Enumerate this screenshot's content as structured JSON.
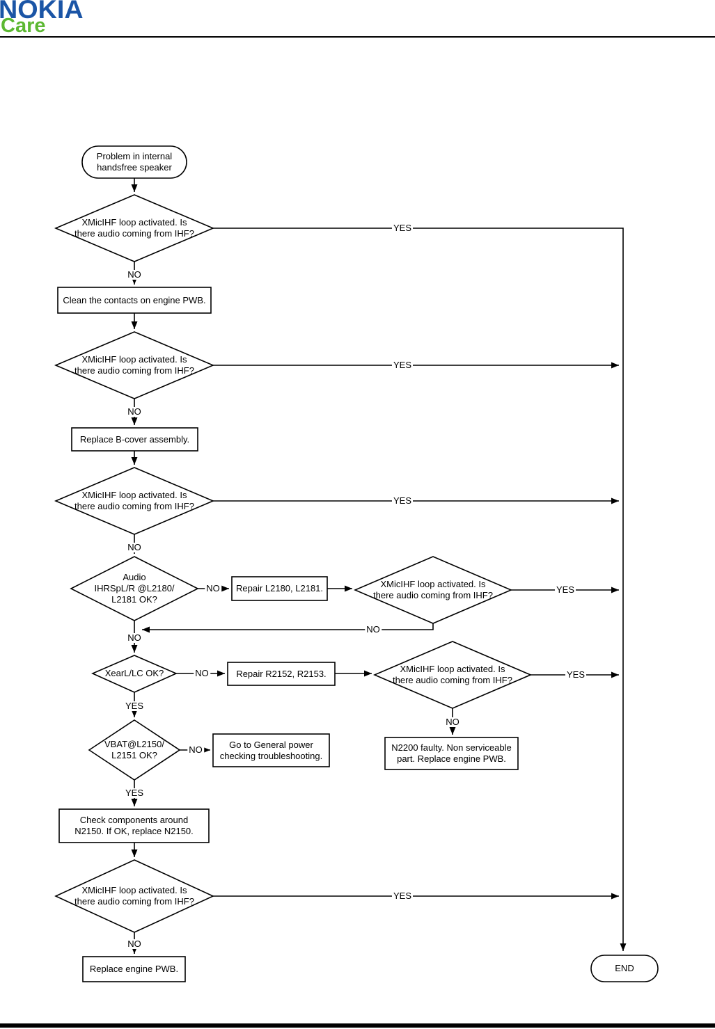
{
  "header": {
    "logo_primary": "NOKIA",
    "logo_secondary": "Care",
    "logo_primary_color": "#1B55A6",
    "logo_secondary_color": "#5CB832"
  },
  "flowchart": {
    "start": "Problem in internal\nhandsfree speaker",
    "d1": "XMicIHF loop activated. Is\nthere audio coming from IHF?",
    "clean_contacts": "Clean the contacts on engine PWB.",
    "d2": "XMicIHF loop activated. Is\nthere audio coming from IHF?",
    "replace_bcover": "Replace B-cover assembly.",
    "d3": "XMicIHF loop activated. Is\nthere audio coming from IHF?",
    "audio_check": "Audio\nIHRSpL/R @L2180/\nL2181 OK?",
    "repair_l2180": "Repair L2180, L2181.",
    "d5": "XMicIHF loop activated. Is\nthere audio coming from IHF?",
    "xear_check": "XearL/LC OK?",
    "repair_r2152": "Repair R2152, R2153.",
    "d7": "XMicIHF loop activated. Is\nthere audio coming from IHF?",
    "n2200_faulty": "N2200 faulty. Non serviceable\npart. Replace engine PWB.",
    "vbat_check": "VBAT@L2150/\nL2151 OK?",
    "general_power": "Go to General power\nchecking troubleshooting.",
    "check_n2150": "Check components around\nN2150. If OK, replace N2150.",
    "d9": "XMicIHF loop activated. Is\nthere audio coming from IHF?",
    "replace_engine": "Replace engine PWB.",
    "end": "END",
    "yes": "YES",
    "no": "NO"
  }
}
